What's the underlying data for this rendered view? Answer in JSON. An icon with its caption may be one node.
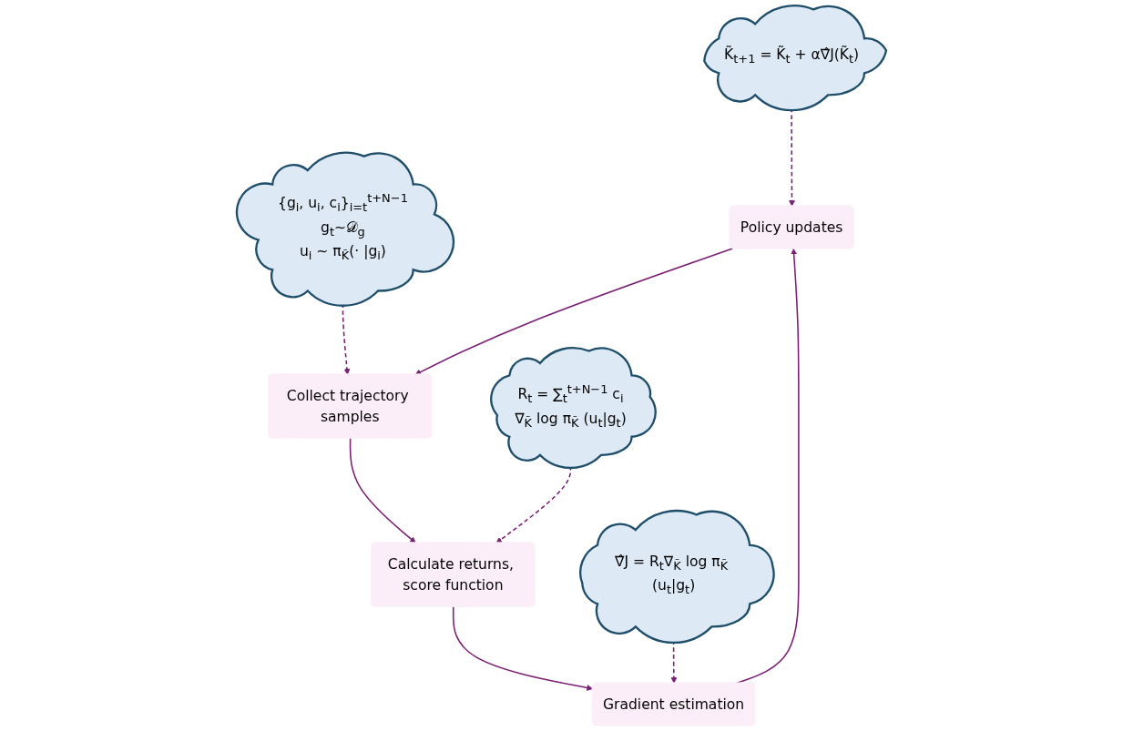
{
  "diagram": {
    "nodes": [
      {
        "text": [
          "K̃$_{t+1}$ = K̃$_{t}$ + α∇̂J(K̃$_{t}$)"
        ]
      },
      {
        "text": [
          "Collect trajectory samples"
        ]
      },
      {
        "text": [
          "{g$_{i}$, u$_{i}$, c$_{i}$}$_{i=t}$$^{t+N−1}$",
          "g$_{t}$~𝒟$_{g}$",
          "u$_{i}$ ~ π$_{K̃}$(· |g$_{i}$)"
        ]
      },
      {
        "text": [
          "Policy updates"
        ]
      },
      {
        "text": [
          "Calculate returns, score function"
        ]
      },
      {
        "text": [
          "Gradient estimation"
        ]
      },
      {
        "text": [
          "∇̂J = R$_{t}$∇$_{K̃}$ log π$_{K̃}$ (u$_{t}$|g$_{t}$)"
        ]
      },
      {
        "text": [
          "R$_{t}$ = ∑$_{t}$$^{t+N−1}$ c$_{i}$",
          "∇$_{K̃}$ log π$_{K̃}$ (u$_{t}$|g$_{t}$)"
        ]
      }
    ],
    "edges": [
      {
        "from": 3,
        "to": 1,
        "arrow": "to"
      },
      {
        "from": 1,
        "to": 4,
        "arrow": "to"
      },
      {
        "from": 4,
        "to": 5,
        "arrow": "to"
      },
      {
        "from": 5,
        "to": 3,
        "arrow": "to"
      },
      {
        "from": 2,
        "to": 1,
        "arrow": "to",
        "style": "dashed"
      },
      {
        "from": 0,
        "to": 3,
        "arrow": "to",
        "style": "dashed"
      },
      {
        "from": 7,
        "to": 4,
        "arrow": "to",
        "style": "dashed"
      },
      {
        "from": 6,
        "to": 5,
        "arrow": "to",
        "style": "dashed"
      }
    ]
  }
}
